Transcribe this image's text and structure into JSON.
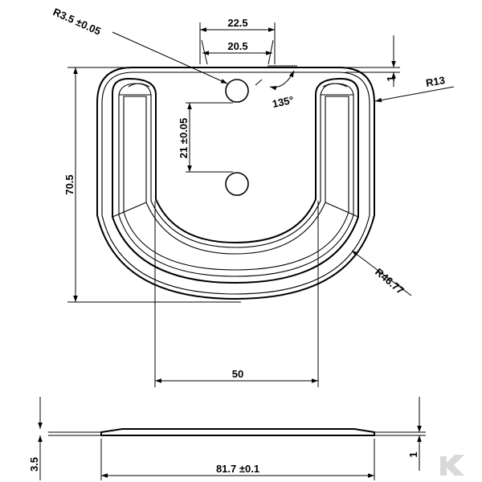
{
  "drawing": {
    "dimensions": {
      "hole_radius": "R3.5  ±0.05",
      "top_outer_width": "22.5",
      "top_inner_width": "20.5",
      "corner_radius": "R13",
      "top_thickness": "1",
      "angle": "135°",
      "hole_spacing": "21 ±0.05",
      "height": "70.5",
      "bottom_radius": "R46.77",
      "inner_width": "50",
      "side_total_height": "3.5",
      "side_thickness": "1",
      "overall_width": "81.7 ±0.1"
    },
    "logo": "K"
  }
}
